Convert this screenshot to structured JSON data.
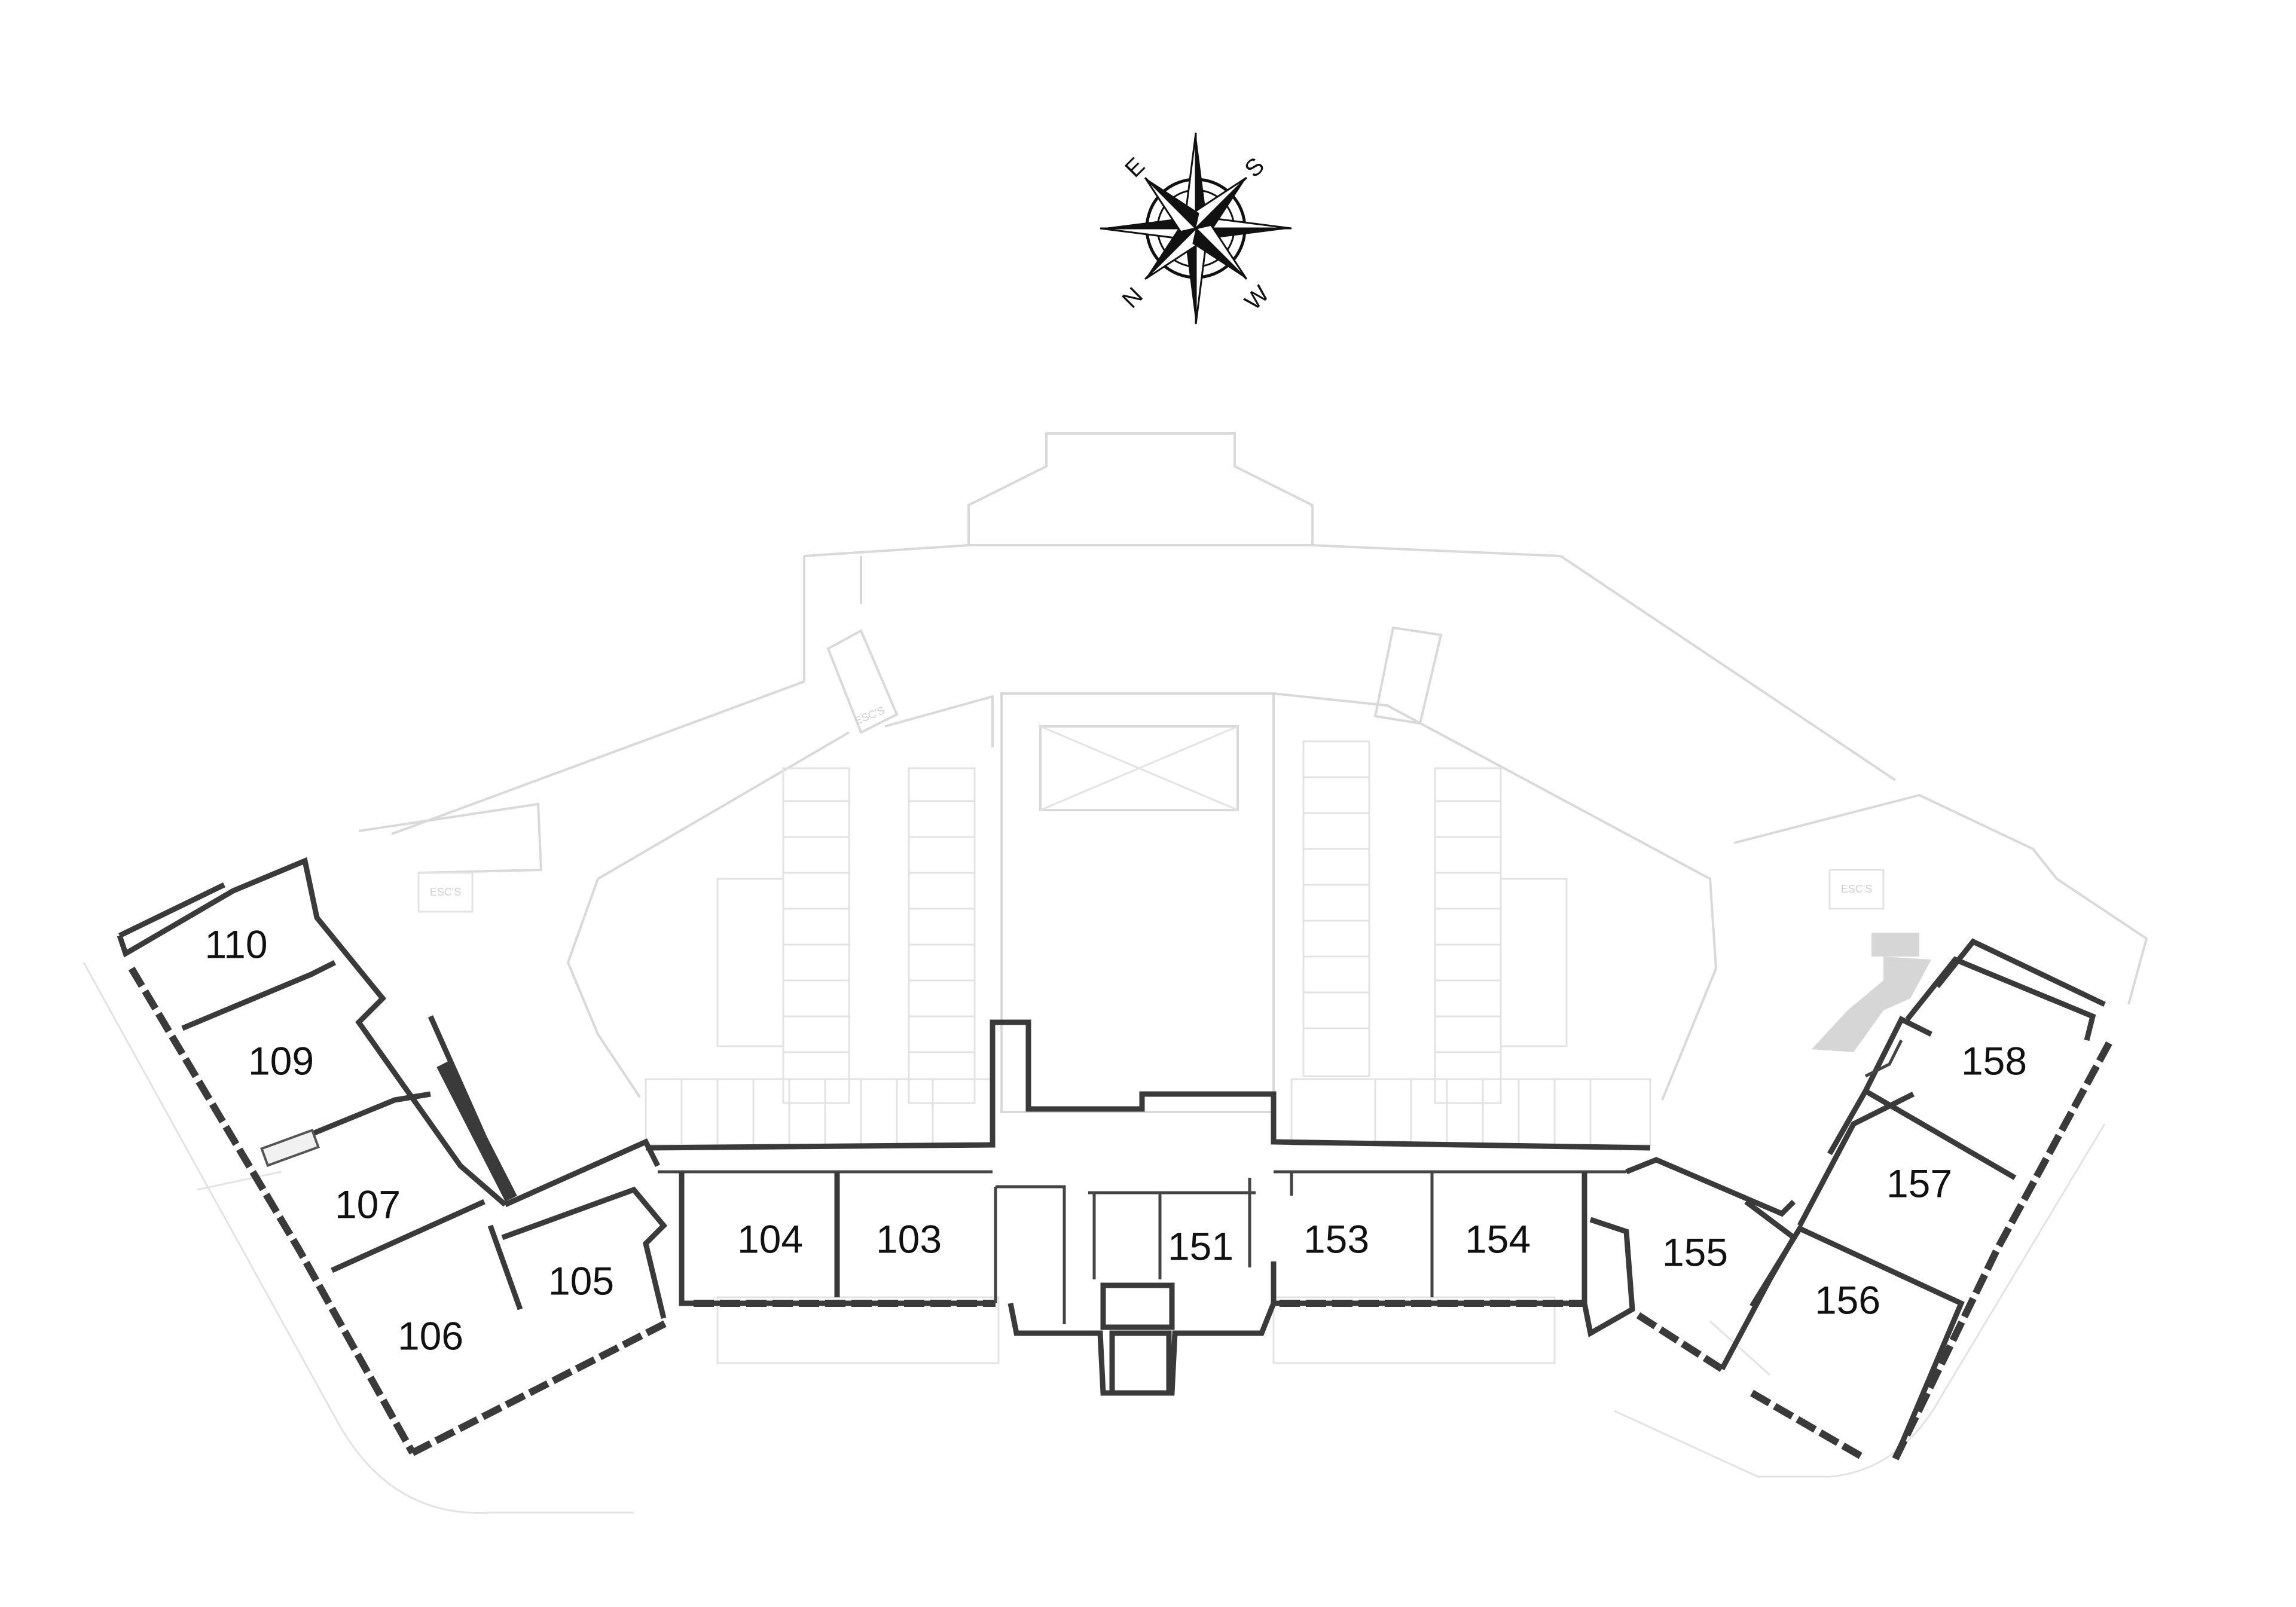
{
  "compass": {
    "letters": {
      "s": "S",
      "e": "E",
      "w": "W",
      "n": "N"
    }
  },
  "service_labels": {
    "esc1": "ESC'S",
    "esc2": "ESC'S",
    "esc3": "ESC'S"
  },
  "rooms": {
    "r110": "110",
    "r109": "109",
    "r107": "107",
    "r106": "106",
    "r105": "105",
    "r104": "104",
    "r103": "103",
    "r151": "151",
    "r153": "153",
    "r154": "154",
    "r155": "155",
    "r156": "156",
    "r157": "157",
    "r158": "158"
  },
  "colors": {
    "wall": "#3a3a3a",
    "ghost": "#d9d9d9",
    "label": "#111111",
    "background": "#ffffff"
  }
}
